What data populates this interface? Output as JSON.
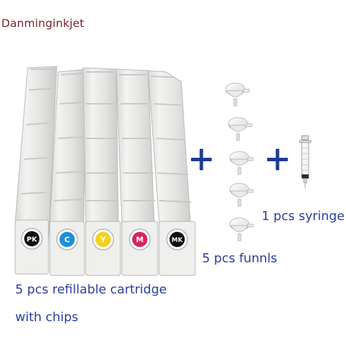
{
  "watermark": "Danminginkjet",
  "captions": {
    "cartridges_line1": "5 pcs refillable cartridge",
    "cartridges_line2": "with chips",
    "funnels": "5 pcs funnls",
    "syringe": "1 pcs syringe"
  },
  "cartridges": [
    {
      "label": "PK",
      "color": "#111111"
    },
    {
      "label": "C",
      "color": "#1e8fd6"
    },
    {
      "label": "Y",
      "color": "#f2d21b"
    },
    {
      "label": "M",
      "color": "#d8235f"
    },
    {
      "label": "MK",
      "color": "#111111"
    }
  ],
  "plus_color": "#1f3a93",
  "icons": [
    "funnel-icon",
    "syringe-icon",
    "plus-icon"
  ]
}
